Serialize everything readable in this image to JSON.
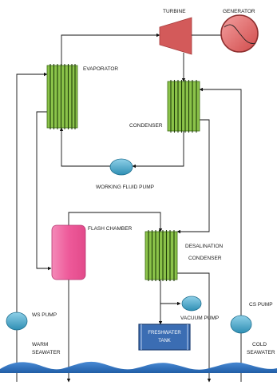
{
  "labels": {
    "turbine": "TURBINE",
    "generator": "GENERATOR",
    "evaporator": "EVAPORATOR",
    "condenser": "CONDENSER",
    "working_fluid_pump": "WORKING FLUID PUMP",
    "flash_chamber": "FLASH CHAMBER",
    "desalination": "DESALINATION",
    "desal_condenser": "CONDENSER",
    "vacuum_pump": "VACUUM  PUMP",
    "freshwater_tank_line1": "FRESHWATER",
    "freshwater_tank_line2": "TANK",
    "ws_pump": "WS PUMP",
    "cs_pump": "CS PUMP",
    "warm": "WARM",
    "warm_seawater": "SEAWATER",
    "cold": "COLD",
    "cold_seawater": "SEAWATER"
  },
  "colors": {
    "turbine": "#d35a5a",
    "generator": "#e26b6b",
    "heat_exchanger": "#8bc34a",
    "pump": "#4aa6c8",
    "flash_chamber": "#ee5a9a",
    "tank": "#3b6db3",
    "sea": "#3b78c4"
  }
}
